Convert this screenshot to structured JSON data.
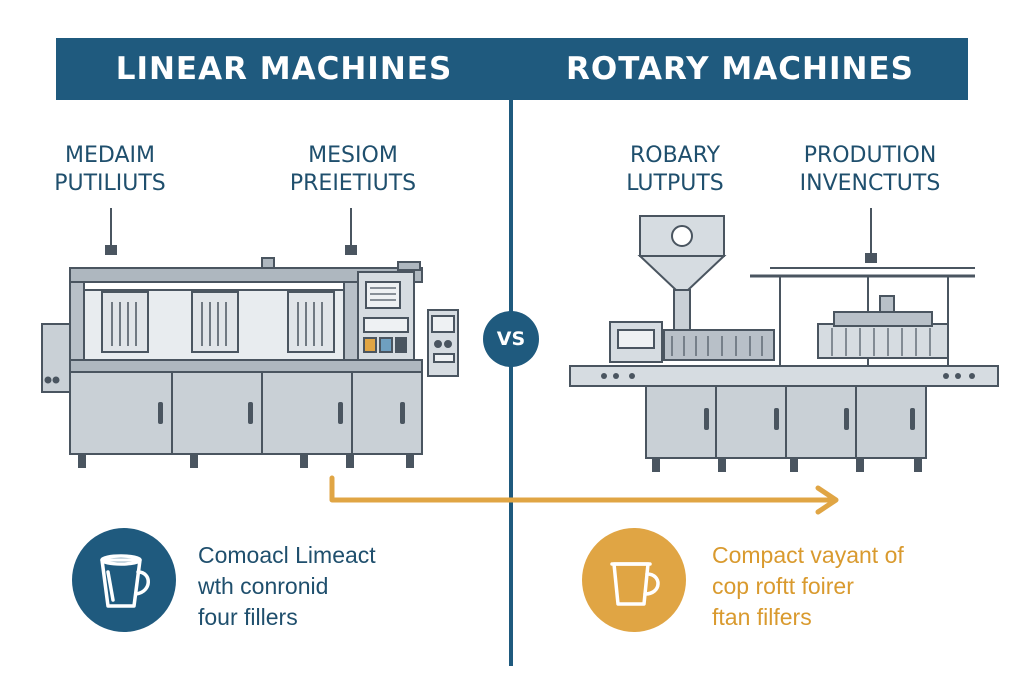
{
  "colors": {
    "navy": "#1f5a7e",
    "orange": "#e0a544",
    "machine_gray": "#c9d0d6",
    "machine_outline": "#4a5560"
  },
  "header": {
    "left_title": "LINEAR MACHINES",
    "right_title": "ROTARY MACHINES"
  },
  "vs_label": "VS",
  "linear": {
    "labels": [
      {
        "line1": "MEDAIM",
        "line2": "PUTILIUTS"
      },
      {
        "line1": "MESIOM",
        "line2": "PREIETIUTS"
      }
    ],
    "icon": "cup-icon",
    "caption": [
      "Comoacl Limeact",
      "wth conronid",
      "four fillers"
    ]
  },
  "rotary": {
    "labels": [
      {
        "line1": "ROBARY",
        "line2": "LUTPUTS"
      },
      {
        "line1": "PRODUTION",
        "line2": "INVENCTUTS"
      }
    ],
    "icon": "cup-icon",
    "caption": [
      "Compact vayant of",
      "cop roftt foirer",
      "ftan filfers"
    ]
  }
}
